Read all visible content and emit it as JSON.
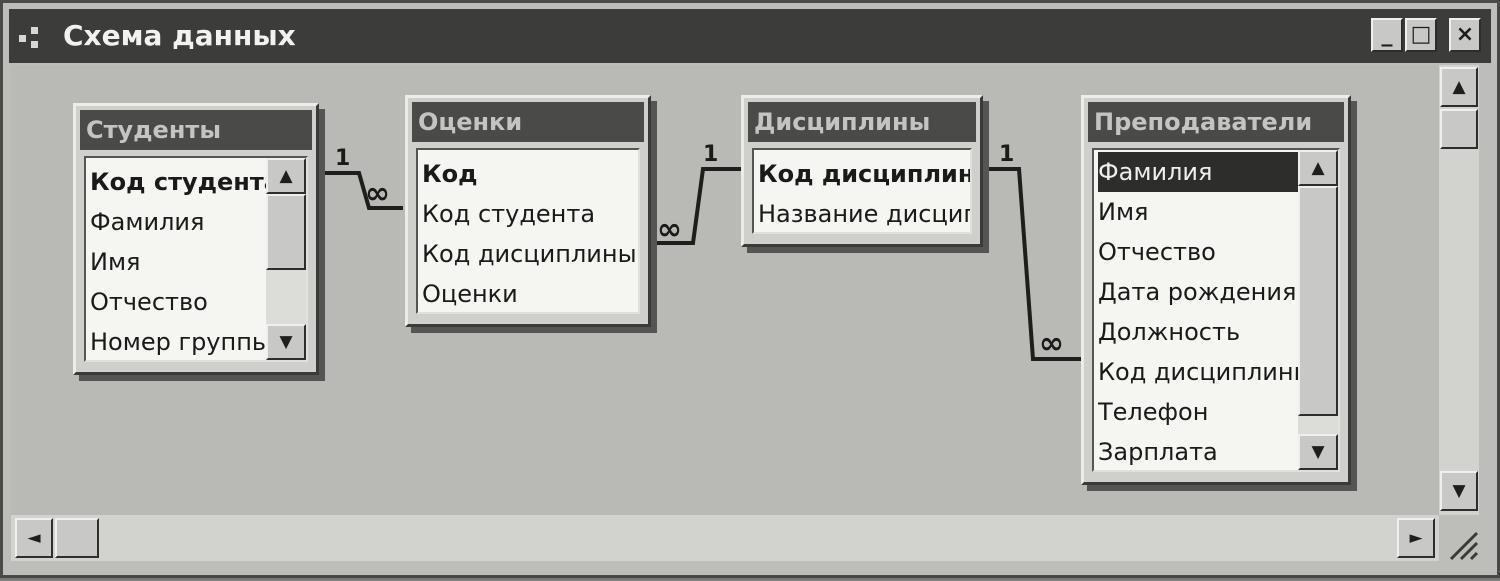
{
  "window": {
    "title": "Схема данных",
    "minimize_label": "_",
    "maximize_label": "□",
    "close_label": "×"
  },
  "tables": [
    {
      "title": "Студенты",
      "fields": [
        {
          "name": "Код студента",
          "key": true
        },
        {
          "name": "Фамилия",
          "key": false
        },
        {
          "name": "Имя",
          "key": false
        },
        {
          "name": "Отчество",
          "key": false
        },
        {
          "name": "Номер группы",
          "key": false
        }
      ]
    },
    {
      "title": "Оценки",
      "fields": [
        {
          "name": "Код",
          "key": true
        },
        {
          "name": "Код студента",
          "key": false
        },
        {
          "name": "Код дисциплины",
          "key": false
        },
        {
          "name": "Оценки",
          "key": false
        }
      ]
    },
    {
      "title": "Дисциплины",
      "fields": [
        {
          "name": "Код дисциплины",
          "key": true
        },
        {
          "name": "Название дисциплины",
          "key": false
        }
      ]
    },
    {
      "title": "Преподаватели",
      "fields": [
        {
          "name": "Фамилия",
          "key": false,
          "selected": true
        },
        {
          "name": "Имя",
          "key": false
        },
        {
          "name": "Отчество",
          "key": false
        },
        {
          "name": "Дата рождения",
          "key": false
        },
        {
          "name": "Должность",
          "key": false
        },
        {
          "name": "Код дисциплины",
          "key": false
        },
        {
          "name": "Телефон",
          "key": false
        },
        {
          "name": "Зарплата",
          "key": false
        }
      ]
    }
  ],
  "relationships": [
    {
      "from": "Студенты.Код студента",
      "to": "Оценки.Код студента",
      "one_label": "1",
      "many_label": "∞"
    },
    {
      "from": "Дисциплины.Код дисциплины",
      "to": "Оценки.Код дисциплины",
      "one_label": "1",
      "many_label": "∞"
    },
    {
      "from": "Дисциплины.Код дисциплины",
      "to": "Преподаватели.Код дисциплины",
      "one_label": "1",
      "many_label": "∞"
    }
  ],
  "icons": {
    "window": "relationships-window-icon",
    "minimize": "minimize-icon",
    "maximize": "maximize-icon",
    "close": "close-icon",
    "scroll_up": "arrow-up-icon",
    "scroll_down": "arrow-down-icon",
    "scroll_left": "arrow-left-icon",
    "scroll_right": "arrow-right-icon"
  }
}
